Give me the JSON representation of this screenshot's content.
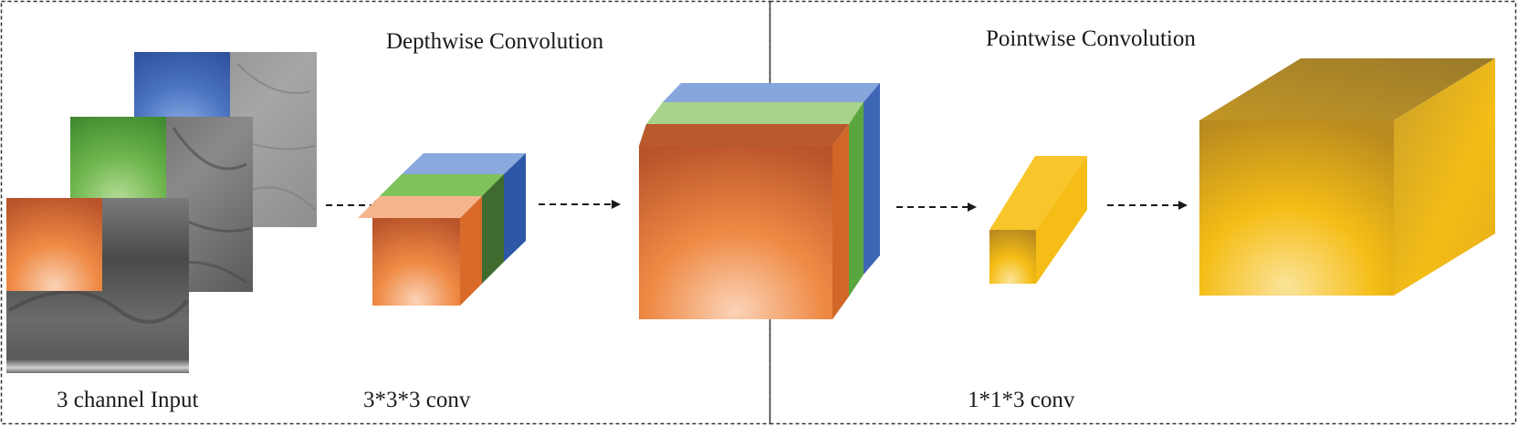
{
  "sections": {
    "depthwise_title": "Depthwise Convolution",
    "pointwise_title": "Pointwise Convolution"
  },
  "captions": {
    "input": "3 channel Input",
    "depthwise_kernel": "3*3*3 conv",
    "pointwise_kernel": "1*1*3 conv"
  },
  "colors": {
    "orange": "#e8793a",
    "green": "#6cb34a",
    "blue": "#3d66b0",
    "gold": "#f2b61e",
    "border": "#333333"
  },
  "icons": {
    "input_stack": "three-channel-image-stack-icon",
    "depthwise_kernel": "3x3x3-kernel-cube-icon",
    "depthwise_output": "depthwise-output-feature-map-icon",
    "pointwise_kernel": "1x1x3-kernel-icon",
    "pointwise_output": "pointwise-output-volume-icon",
    "arrow": "dashed-arrow-icon"
  }
}
